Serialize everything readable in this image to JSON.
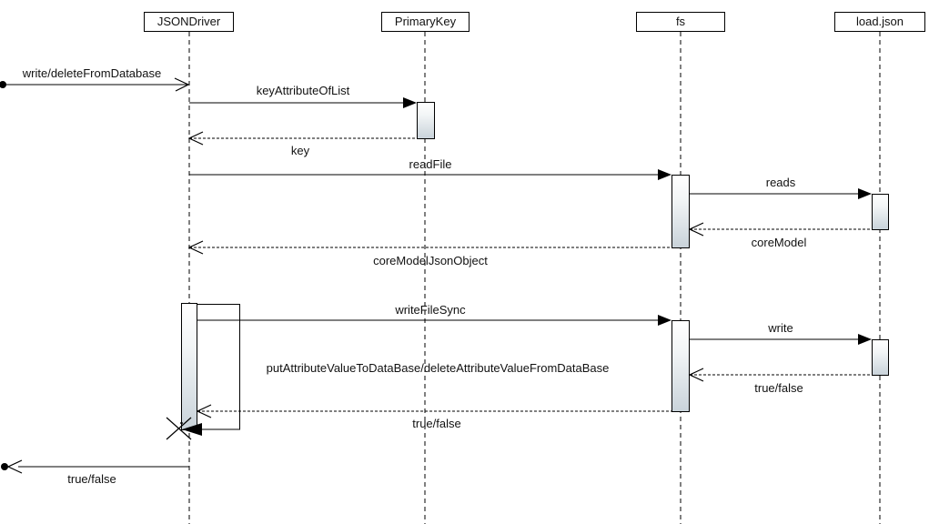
{
  "diagram": {
    "kind": "uml-sequence-diagram",
    "background": "#ffffff",
    "line_color": "#000000",
    "activation_fill_top": "#ffffff",
    "activation_fill_bottom": "#c9d3da",
    "participants": [
      {
        "name": "JSONDriver"
      },
      {
        "name": "PrimaryKey"
      },
      {
        "name": "fs"
      },
      {
        "name": "load.json"
      }
    ],
    "messages": [
      {
        "label": "write/deleteFromDatabase",
        "from": "external",
        "to": "JSONDriver",
        "kind": "found-async"
      },
      {
        "label": "keyAttributeOfList",
        "from": "JSONDriver",
        "to": "PrimaryKey",
        "kind": "sync-call"
      },
      {
        "label": "key",
        "from": "PrimaryKey",
        "to": "JSONDriver",
        "kind": "return"
      },
      {
        "label": "readFile",
        "from": "JSONDriver",
        "to": "fs",
        "kind": "sync-call"
      },
      {
        "label": "reads",
        "from": "fs",
        "to": "load.json",
        "kind": "sync-call"
      },
      {
        "label": "coreModel",
        "from": "load.json",
        "to": "fs",
        "kind": "return"
      },
      {
        "label": "coreModelJsonObject",
        "from": "fs",
        "to": "JSONDriver",
        "kind": "return"
      },
      {
        "label": "writeFileSync",
        "from": "JSONDriver",
        "to": "fs",
        "kind": "sync-call"
      },
      {
        "label": "write",
        "from": "fs",
        "to": "load.json",
        "kind": "sync-call"
      },
      {
        "label": "true/false",
        "from": "load.json",
        "to": "fs",
        "kind": "return"
      },
      {
        "label": "true/false",
        "from": "fs",
        "to": "JSONDriver",
        "kind": "return"
      },
      {
        "label": "putAttributeValueToDataBase/deleteAttributeValueFromDataBase",
        "from": "JSONDriver",
        "to": "JSONDriver",
        "kind": "self-message"
      },
      {
        "label": "true/false",
        "from": "JSONDriver",
        "to": "external",
        "kind": "lost-async"
      }
    ]
  }
}
